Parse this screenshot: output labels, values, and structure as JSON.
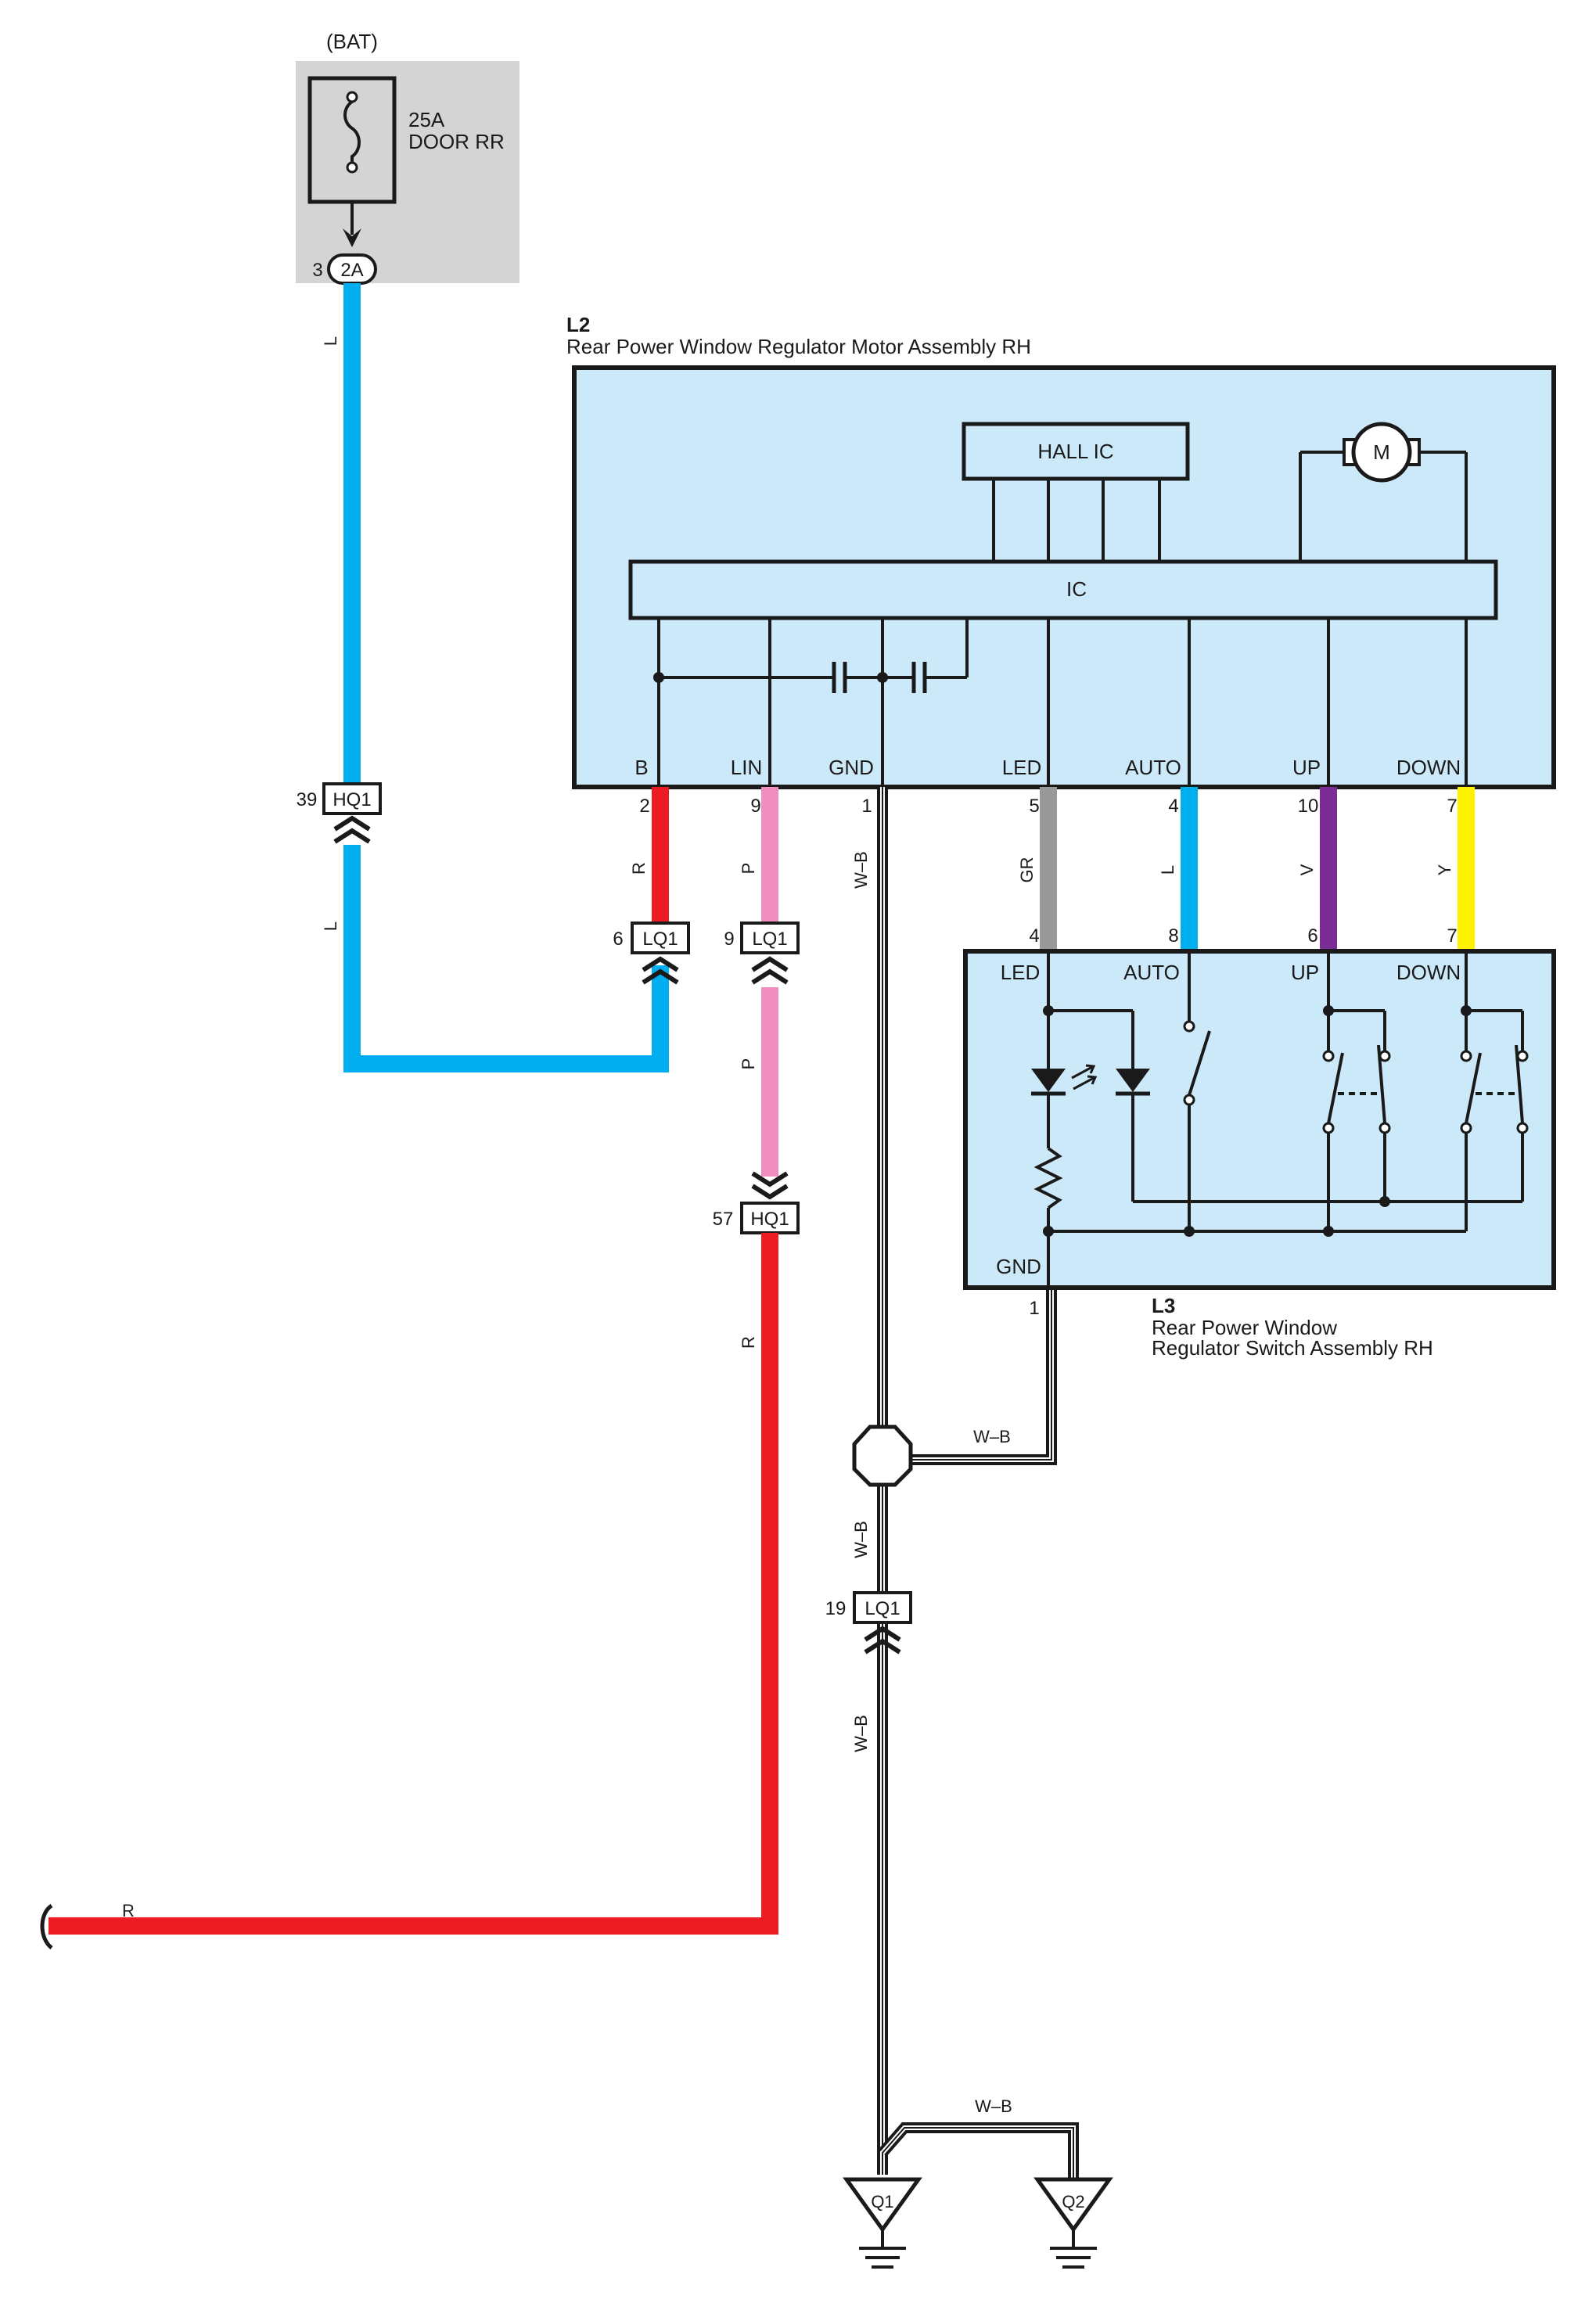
{
  "colors": {
    "wire_L": "#00adef",
    "wire_R": "#ed1c24",
    "wire_P": "#f08cbe",
    "wire_GR": "#999999",
    "wire_V": "#7b2c95",
    "wire_Y": "#fff200",
    "module_fill": "#cce9f9",
    "fuse_box_fill": "#d4d4d4"
  },
  "fuse": {
    "source": "(BAT)",
    "rating": "25A",
    "name": "DOOR RR",
    "connector": "2A",
    "pin": "3"
  },
  "wire_codes": {
    "L": "L",
    "R": "R",
    "P": "P",
    "GR": "GR",
    "V": "V",
    "Y": "Y",
    "WB": "W–B"
  },
  "connectors": {
    "hq1_upper": {
      "name": "HQ1",
      "pin": "39"
    },
    "lq1_b": {
      "name": "LQ1",
      "pin": "6"
    },
    "lq1_lin": {
      "name": "LQ1",
      "pin": "9"
    },
    "hq1_lower": {
      "name": "HQ1",
      "pin": "57"
    },
    "lq1_gnd": {
      "name": "LQ1",
      "pin": "19"
    }
  },
  "motor_assembly": {
    "code": "L2",
    "title": "Rear Power Window Regulator Motor Assembly RH",
    "hall_ic": "HALL IC",
    "ic": "IC",
    "motor": "M",
    "terminals": [
      {
        "label": "B",
        "pin": "2"
      },
      {
        "label": "LIN",
        "pin": "9"
      },
      {
        "label": "GND",
        "pin": "1"
      },
      {
        "label": "LED",
        "pin": "5"
      },
      {
        "label": "AUTO",
        "pin": "4"
      },
      {
        "label": "UP",
        "pin": "10"
      },
      {
        "label": "DOWN",
        "pin": "7"
      }
    ]
  },
  "switch_assembly": {
    "code": "L3",
    "title_line1": "Rear Power Window",
    "title_line2": "Regulator Switch Assembly RH",
    "terminals": [
      {
        "label": "LED",
        "pin": "4"
      },
      {
        "label": "AUTO",
        "pin": "8"
      },
      {
        "label": "UP",
        "pin": "6"
      },
      {
        "label": "DOWN",
        "pin": "7"
      }
    ],
    "gnd_label": "GND",
    "gnd_pin": "1"
  },
  "grounds": [
    "Q1",
    "Q2"
  ]
}
